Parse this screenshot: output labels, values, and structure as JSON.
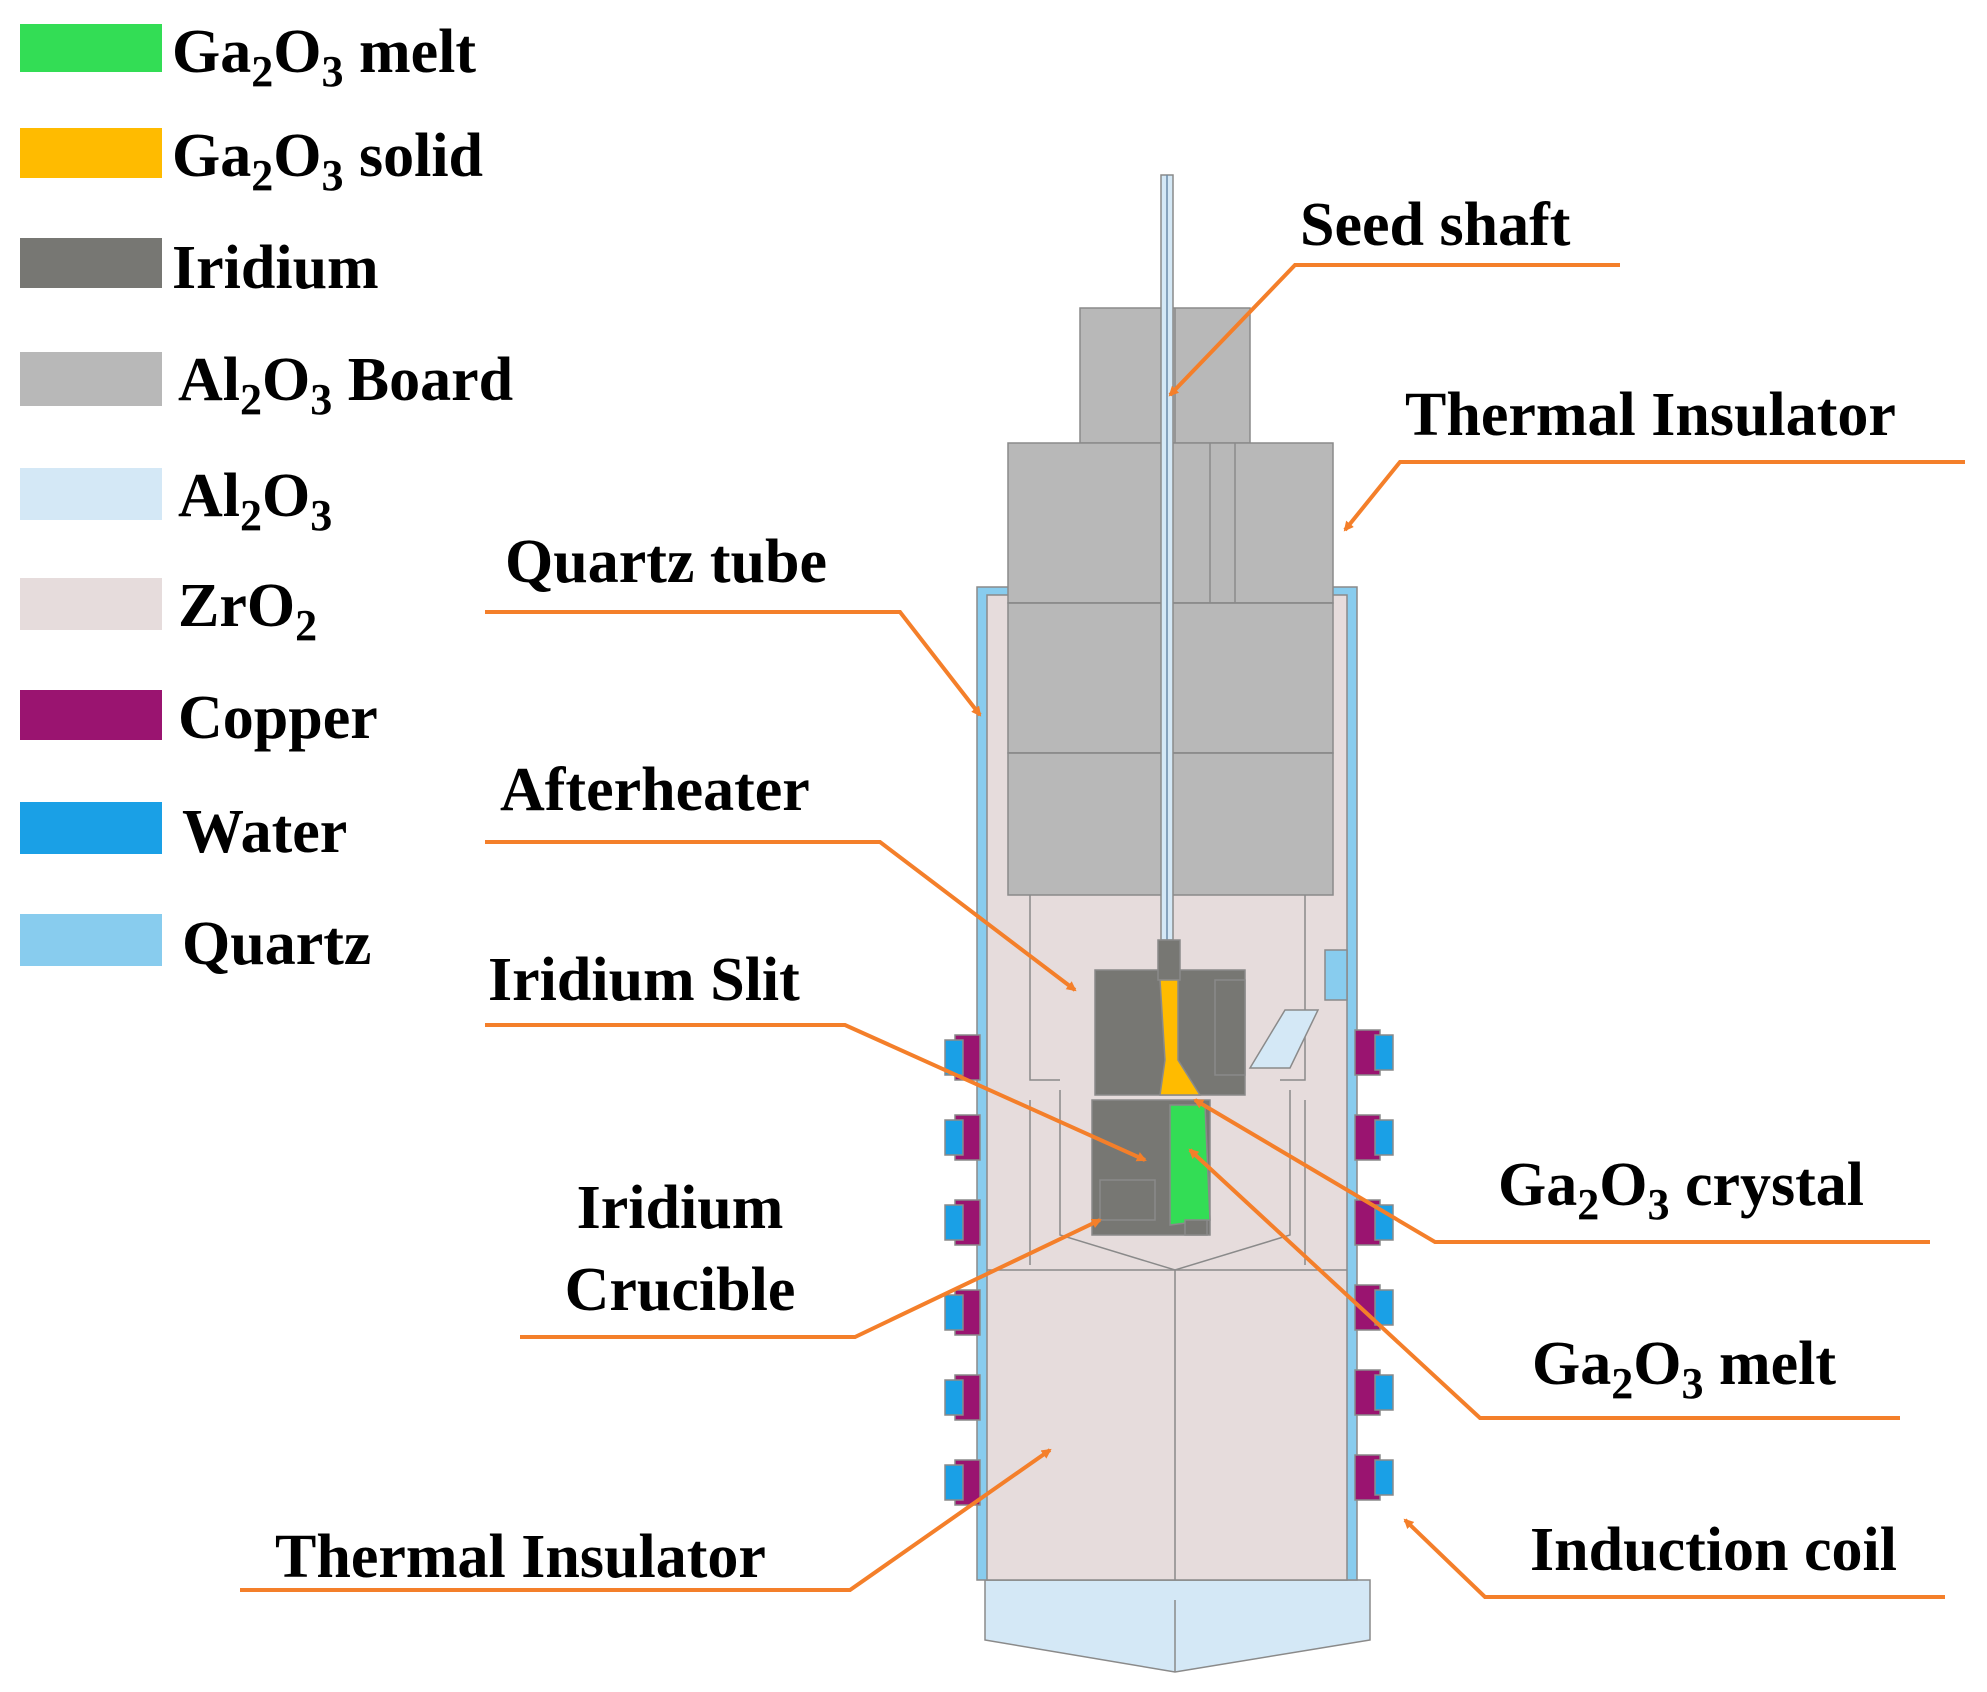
{
  "colors": {
    "melt": "#33dd55",
    "solid": "#ffbb00",
    "iridium": "#777773",
    "al2o3_board": "#b8b8b8",
    "al2o3": "#d4e8f6",
    "zro2": "#e6dcdc",
    "copper": "#9a1470",
    "water": "#1aa0e6",
    "quartz": "#88ccee",
    "leader": "#f47f2a"
  },
  "legend": [
    {
      "swatch": "melt",
      "base": "Ga",
      "sub1": "2",
      "mid": "O",
      "sub2": "3",
      "rest": " melt"
    },
    {
      "swatch": "solid",
      "base": "Ga",
      "sub1": "2",
      "mid": "O",
      "sub2": "3",
      "rest": " solid"
    },
    {
      "swatch": "iridium",
      "base": "Iridium"
    },
    {
      "swatch": "al2o3_board",
      "base": "Al",
      "sub1": "2",
      "mid": "O",
      "sub2": "3",
      "rest": " Board"
    },
    {
      "swatch": "al2o3",
      "base": "Al",
      "sub1": "2",
      "mid": "O",
      "sub2": "3"
    },
    {
      "swatch": "zro2",
      "base": "ZrO",
      "sub1": "2"
    },
    {
      "swatch": "copper",
      "base": "Copper"
    },
    {
      "swatch": "water",
      "base": "Water"
    },
    {
      "swatch": "quartz",
      "base": "Quartz"
    }
  ],
  "callouts": {
    "seed_shaft": "Seed shaft",
    "thermal_insulator_top": "Thermal Insulator",
    "quartz_tube": "Quartz tube",
    "afterheater": "Afterheater",
    "iridium_slit": "Iridium Slit",
    "iridium_crucible_1": "Iridium",
    "iridium_crucible_2": "Crucible",
    "crystal": {
      "base": "Ga",
      "sub1": "2",
      "mid": "O",
      "sub2": "3",
      "rest": " crystal"
    },
    "melt": {
      "base": "Ga",
      "sub1": "2",
      "mid": "O",
      "sub2": "3",
      "rest": " melt"
    },
    "thermal_insulator_bottom": "Thermal Insulator",
    "induction_coil": "Induction coil"
  }
}
